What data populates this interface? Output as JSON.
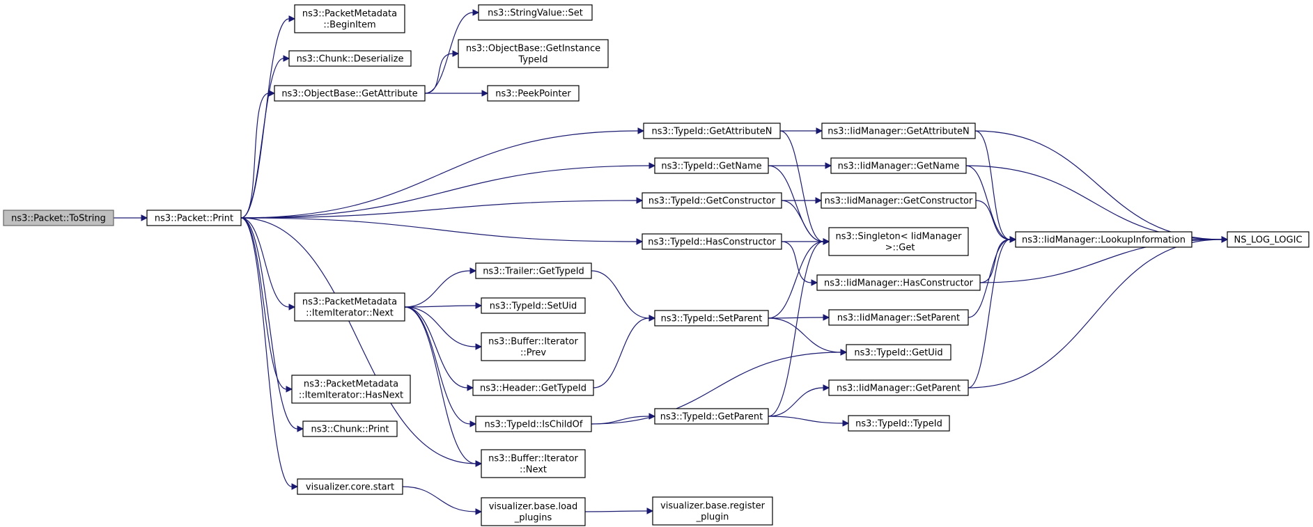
{
  "graph": {
    "edge_color": "#191970",
    "root_fill": "#bfbfbf",
    "nodes": {
      "packet_tostring": {
        "lines": [
          "ns3::Packet::ToString"
        ],
        "root": true
      },
      "packet_print": {
        "lines": [
          "ns3::Packet::Print"
        ]
      },
      "pm_beginitem": {
        "lines": [
          "ns3::PacketMetadata",
          "::BeginItem"
        ]
      },
      "chunk_deserialize": {
        "lines": [
          "ns3::Chunk::Deserialize"
        ]
      },
      "objectbase_getattribute": {
        "lines": [
          "ns3::ObjectBase::GetAttribute"
        ]
      },
      "pm_itemiterator_next": {
        "lines": [
          "ns3::PacketMetadata",
          "::ItemIterator::Next"
        ]
      },
      "pm_itemiterator_hasnext": {
        "lines": [
          "ns3::PacketMetadata",
          "::ItemIterator::HasNext"
        ]
      },
      "chunk_print": {
        "lines": [
          "ns3::Chunk::Print"
        ]
      },
      "visualizer_core_start": {
        "lines": [
          "visualizer.core.start"
        ]
      },
      "stringvalue_set": {
        "lines": [
          "ns3::StringValue::Set"
        ]
      },
      "objectbase_getinstancetypeid": {
        "lines": [
          "ns3::ObjectBase::GetInstance",
          "TypeId"
        ]
      },
      "peekpointer": {
        "lines": [
          "ns3::PeekPointer"
        ]
      },
      "trailer_gettypeid": {
        "lines": [
          "ns3::Trailer::GetTypeId"
        ]
      },
      "typeid_setuid": {
        "lines": [
          "ns3::TypeId::SetUid"
        ]
      },
      "buffer_iterator_prev": {
        "lines": [
          "ns3::Buffer::Iterator",
          "::Prev"
        ]
      },
      "header_gettypeid": {
        "lines": [
          "ns3::Header::GetTypeId"
        ]
      },
      "typeid_ischildof": {
        "lines": [
          "ns3::TypeId::IsChildOf"
        ]
      },
      "buffer_iterator_next": {
        "lines": [
          "ns3::Buffer::Iterator",
          "::Next"
        ]
      },
      "visualizer_base_load_plugins": {
        "lines": [
          "visualizer.base.load",
          "_plugins"
        ]
      },
      "typeid_getattributen": {
        "lines": [
          "ns3::TypeId::GetAttributeN"
        ]
      },
      "typeid_getname": {
        "lines": [
          "ns3::TypeId::GetName"
        ]
      },
      "typeid_getconstructor": {
        "lines": [
          "ns3::TypeId::GetConstructor"
        ]
      },
      "typeid_hasconstructor": {
        "lines": [
          "ns3::TypeId::HasConstructor"
        ]
      },
      "typeid_setparent": {
        "lines": [
          "ns3::TypeId::SetParent"
        ]
      },
      "typeid_getparent": {
        "lines": [
          "ns3::TypeId::GetParent"
        ]
      },
      "visualizer_base_register_plugin": {
        "lines": [
          "visualizer.base.register",
          "_plugin"
        ]
      },
      "iidmanager_getattributen": {
        "lines": [
          "ns3::IidManager::GetAttributeN"
        ]
      },
      "iidmanager_getname": {
        "lines": [
          "ns3::IidManager::GetName"
        ]
      },
      "iidmanager_getconstructor": {
        "lines": [
          "ns3::IidManager::GetConstructor"
        ]
      },
      "singleton_iidmanager_get": {
        "lines": [
          "ns3::Singleton< IidManager",
          " >::Get"
        ]
      },
      "iidmanager_hasconstructor": {
        "lines": [
          "ns3::IidManager::HasConstructor"
        ]
      },
      "iidmanager_setparent": {
        "lines": [
          "ns3::IidManager::SetParent"
        ]
      },
      "typeid_getuid": {
        "lines": [
          "ns3::TypeId::GetUid"
        ]
      },
      "iidmanager_getparent": {
        "lines": [
          "ns3::IidManager::GetParent"
        ]
      },
      "typeid_typeid": {
        "lines": [
          "ns3::TypeId::TypeId"
        ]
      },
      "iidmanager_lookupinformation": {
        "lines": [
          "ns3::IidManager::LookupInformation"
        ]
      },
      "ns_log_logic": {
        "lines": [
          "NS_LOG_LOGIC"
        ]
      }
    },
    "edges": [
      [
        "packet_tostring",
        "packet_print"
      ],
      [
        "packet_print",
        "pm_beginitem"
      ],
      [
        "packet_print",
        "chunk_deserialize"
      ],
      [
        "packet_print",
        "objectbase_getattribute"
      ],
      [
        "packet_print",
        "typeid_getattributen"
      ],
      [
        "packet_print",
        "typeid_getname"
      ],
      [
        "packet_print",
        "typeid_getconstructor"
      ],
      [
        "packet_print",
        "typeid_hasconstructor"
      ],
      [
        "packet_print",
        "pm_itemiterator_next"
      ],
      [
        "packet_print",
        "pm_itemiterator_hasnext"
      ],
      [
        "packet_print",
        "chunk_print"
      ],
      [
        "packet_print",
        "buffer_iterator_next"
      ],
      [
        "packet_print",
        "visualizer_core_start"
      ],
      [
        "objectbase_getattribute",
        "stringvalue_set"
      ],
      [
        "objectbase_getattribute",
        "objectbase_getinstancetypeid"
      ],
      [
        "objectbase_getattribute",
        "peekpointer"
      ],
      [
        "pm_itemiterator_next",
        "trailer_gettypeid"
      ],
      [
        "pm_itemiterator_next",
        "typeid_setuid"
      ],
      [
        "pm_itemiterator_next",
        "buffer_iterator_prev"
      ],
      [
        "pm_itemiterator_next",
        "header_gettypeid"
      ],
      [
        "pm_itemiterator_next",
        "typeid_ischildof"
      ],
      [
        "pm_itemiterator_next",
        "buffer_iterator_next"
      ],
      [
        "visualizer_core_start",
        "visualizer_base_load_plugins"
      ],
      [
        "visualizer_base_load_plugins",
        "visualizer_base_register_plugin"
      ],
      [
        "trailer_gettypeid",
        "typeid_setparent"
      ],
      [
        "header_gettypeid",
        "typeid_setparent"
      ],
      [
        "typeid_ischildof",
        "typeid_getparent"
      ],
      [
        "typeid_ischildof",
        "typeid_getuid"
      ],
      [
        "typeid_getattributen",
        "iidmanager_getattributen"
      ],
      [
        "typeid_getattributen",
        "singleton_iidmanager_get"
      ],
      [
        "typeid_getname",
        "iidmanager_getname"
      ],
      [
        "typeid_getname",
        "singleton_iidmanager_get"
      ],
      [
        "typeid_getconstructor",
        "iidmanager_getconstructor"
      ],
      [
        "typeid_getconstructor",
        "singleton_iidmanager_get"
      ],
      [
        "typeid_hasconstructor",
        "singleton_iidmanager_get"
      ],
      [
        "typeid_hasconstructor",
        "iidmanager_hasconstructor"
      ],
      [
        "typeid_setparent",
        "singleton_iidmanager_get"
      ],
      [
        "typeid_setparent",
        "iidmanager_setparent"
      ],
      [
        "typeid_setparent",
        "typeid_getuid"
      ],
      [
        "typeid_getparent",
        "singleton_iidmanager_get"
      ],
      [
        "typeid_getparent",
        "iidmanager_getparent"
      ],
      [
        "typeid_getparent",
        "typeid_typeid"
      ],
      [
        "iidmanager_getattributen",
        "iidmanager_lookupinformation"
      ],
      [
        "iidmanager_getattributen",
        "ns_log_logic"
      ],
      [
        "iidmanager_getname",
        "iidmanager_lookupinformation"
      ],
      [
        "iidmanager_getname",
        "ns_log_logic"
      ],
      [
        "iidmanager_getconstructor",
        "iidmanager_lookupinformation"
      ],
      [
        "iidmanager_hasconstructor",
        "iidmanager_lookupinformation"
      ],
      [
        "iidmanager_hasconstructor",
        "ns_log_logic"
      ],
      [
        "iidmanager_setparent",
        "iidmanager_lookupinformation"
      ],
      [
        "iidmanager_getparent",
        "iidmanager_lookupinformation"
      ],
      [
        "iidmanager_getparent",
        "ns_log_logic"
      ],
      [
        "iidmanager_lookupinformation",
        "ns_log_logic"
      ]
    ]
  }
}
